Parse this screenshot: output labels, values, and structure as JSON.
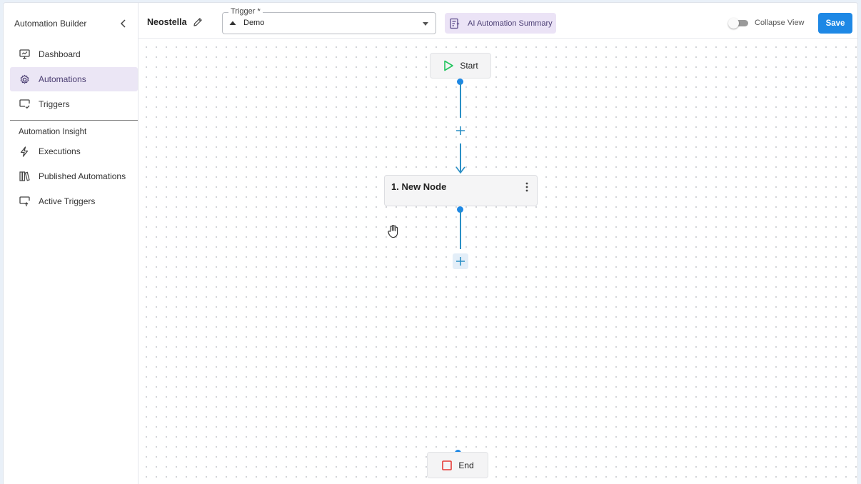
{
  "sidebar": {
    "title": "Automation Builder",
    "items": [
      {
        "label": "Dashboard",
        "icon": "monitor-icon",
        "active": false
      },
      {
        "label": "Automations",
        "icon": "gear-icon",
        "active": true
      },
      {
        "label": "Triggers",
        "icon": "screen-check-icon",
        "active": false
      }
    ],
    "section_title": "Automation Insight",
    "insight_items": [
      {
        "label": "Executions",
        "icon": "lightning-icon"
      },
      {
        "label": "Published Automations",
        "icon": "books-icon"
      },
      {
        "label": "Active Triggers",
        "icon": "screen-arrow-icon"
      }
    ]
  },
  "toolbar": {
    "workflow_name": "Neostella",
    "trigger_label": "Trigger *",
    "trigger_value": "Demo",
    "ai_summary_label": "AI Automation Summary",
    "collapse_view_label": "Collapse View",
    "collapse_view_on": false,
    "save_label": "Save"
  },
  "canvas": {
    "start_label": "Start",
    "end_label": "End",
    "nodes": [
      {
        "title": "1. New Node"
      }
    ]
  },
  "colors": {
    "accent": "#1e88e5",
    "edge": "#2a8fc5",
    "start_icon": "#22c55e",
    "end_icon": "#e53935",
    "active_nav_bg": "#ebe6f5",
    "ai_button_bg": "#ebe3f6"
  }
}
